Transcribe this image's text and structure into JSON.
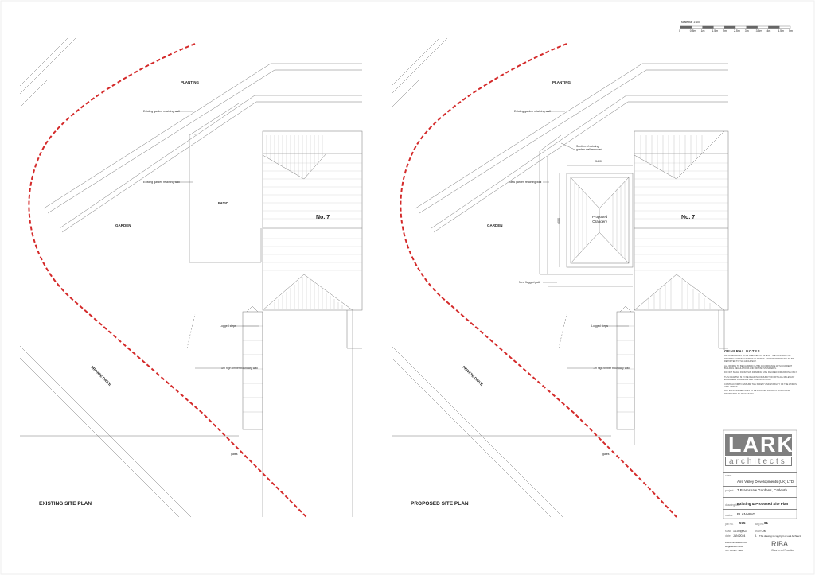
{
  "scale_bar": {
    "label": "scale bar 1:100",
    "ticks": [
      "0",
      "0.5m",
      "1m",
      "1.5m",
      "2m",
      "2.5m",
      "3m",
      "3.5m",
      "4m",
      "4.5m",
      "5m"
    ]
  },
  "existing_plan": {
    "title": "EXISTING SITE PLAN",
    "planting": "PLANTING",
    "garden": "GARDEN",
    "patio": "PATIO",
    "house": "No. 7",
    "private_drive": "PRIVATE DRIVE",
    "gates": "gates",
    "note_wall_1": "Existing garden retaining wall",
    "note_wall_2": "Existing garden retaining wall",
    "note_steps": "Logged steps",
    "note_boundary": "1m high timber boundary wall"
  },
  "proposed_plan": {
    "title": "PROPOSED SITE PLAN",
    "planting": "PLANTING",
    "garden": "GARDEN",
    "house": "No. 7",
    "private_drive": "PRIVATE DRIVE",
    "gates": "gates",
    "orangery_line1": "Proposed",
    "orangery_line2": "Orangery",
    "dim_width": "3400",
    "dim_depth": "4000",
    "note_wall_1": "Existing garden retaining wall",
    "note_wall_2": "New garden retaining wall",
    "note_removal": "Section of existing garden wall removed",
    "note_path": "New flagged path",
    "note_steps": "Logged steps",
    "note_boundary": "1m high timber boundary wall"
  },
  "general_notes": {
    "title": "GENERAL NOTES",
    "items": [
      "ALL DIMENSIONS TO BE CHECKED ON SITE BY THE CONTRACTOR PRIOR TO COMMENCEMENT OF WORKS. ANY DISCREPANCIES TO BE REPORTED TO THE ARCHITECT.",
      "ALL WORKS TO BE CARRIED OUT IN ACCORDANCE WITH CURRENT BUILDING REGULATIONS AND BRITISH STANDARDS.",
      "DO NOT SCALE FROM THIS DRAWING. USE FIGURED DIMENSIONS ONLY.",
      "THIS DRAWING IS TO BE READ IN CONJUNCTION WITH ALL RELEVANT ENGINEERS DRAWINGS AND SPECIFICATIONS.",
      "CONTRACTOR TO ENSURE THE SAFETY AND STABILITY OF THE WORKS AT ALL TIMES.",
      "ANY EXISTING SERVICES TO BE LOCATED PRIOR TO WORKS AND PROTECTED AS NECESSARY."
    ]
  },
  "title_block": {
    "client_label": "client",
    "client": "Aire Valley Developments (UK) LTD",
    "project_label": "project",
    "project": "7 Bramshaw Gardens, Carleoth",
    "drawing_label": "drawing title",
    "drawing": "Existing & Proposed Site Plan",
    "status_label": "status",
    "status": "PLANNING",
    "job_label": "job no.",
    "job": "575",
    "dwg_label": "dwg no.",
    "dwg": "01",
    "scale_label": "scale",
    "scale": "1:100@A3",
    "date_label": "date",
    "date": "JAN 2024",
    "drawn_label": "drawn",
    "drawn": "JM",
    "rev": "A",
    "copyright": "This drawing is copyright of Lark Architects",
    "riba": "RIBA",
    "chartered": "Chartered Practice",
    "address_line1": "LARK Architects Ltd",
    "address_line2": "Registered Office",
    "address_line3": "Tel / Email / Web"
  },
  "logo": {
    "word1": "LARK",
    "word2": "architects"
  }
}
